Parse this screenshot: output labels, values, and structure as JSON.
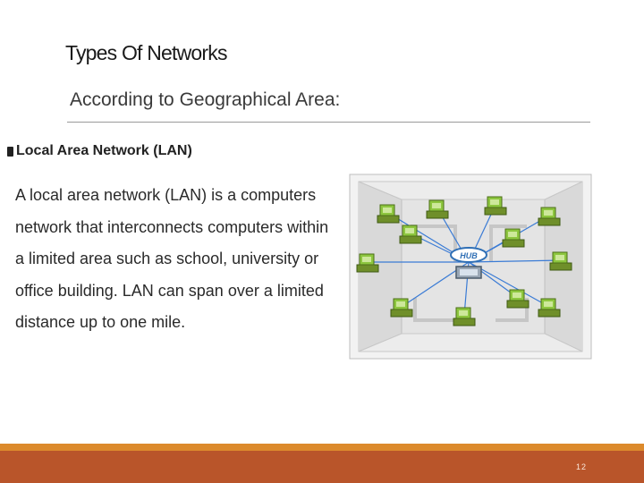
{
  "slide": {
    "title": "Types Of Networks",
    "subtitle": "According to Geographical Area:",
    "bullet": "Local Area Network (LAN)",
    "body": "A local area network (LAN) is a computers network that interconnects computers within a limited area such as  school, university or office building. LAN can span over a limited distance up to one mile.",
    "figure": {
      "hub_label": "HUB",
      "node_count": 12,
      "colors": {
        "computer": "#8dc63f",
        "link": "#3a7bd5",
        "hub": "#2f6fb5",
        "room": "#e9e9e9"
      }
    },
    "page_number": "12"
  },
  "colors": {
    "footer": "#b9552a",
    "footer_accent": "#dc8a2c"
  }
}
